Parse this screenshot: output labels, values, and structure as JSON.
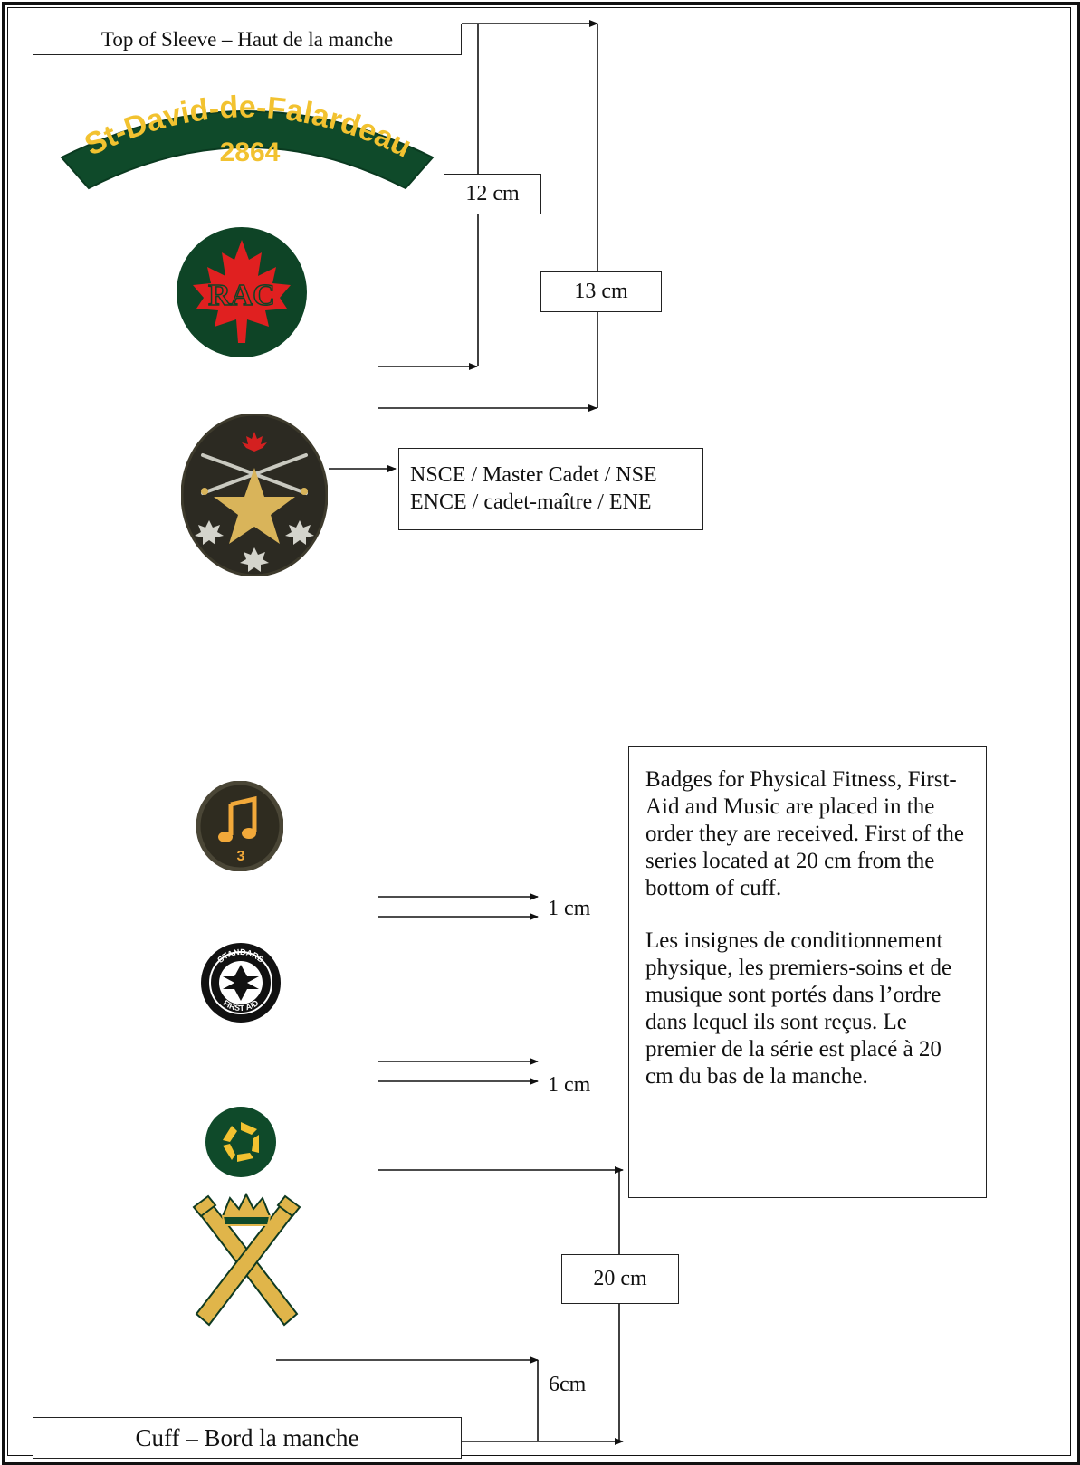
{
  "labels": {
    "top_of_sleeve": "Top of Sleeve – Haut de la manche",
    "cuff": "Cuff – Bord la manche"
  },
  "measurements": {
    "d12": "12 cm",
    "d13": "13 cm",
    "d20": "20 cm",
    "gap1": "1 cm",
    "gap2": "1 cm",
    "d6": "6cm"
  },
  "rank_box": {
    "line1": "NSCE / Master Cadet / NSE",
    "line2": "ENCE / cadet-maître / ENE"
  },
  "note": {
    "english": "Badges for Physical Fitness, First-Aid and Music are placed in the order they are received. First of the series located at 20 cm from the bottom of cuff.",
    "french": "Les insignes de conditionnement physique, les premiers-soins et de musique sont portés dans l’ordre dans lequel ils sont reçus. Le premier de la série est placé à 20 cm du bas de la manche."
  },
  "badges": {
    "shoulder_title_line1": "St-David-de-Falardeau",
    "shoulder_title_line2": "2864",
    "rac_letters": "RAC",
    "music_level": "3",
    "first_aid_top": "STANDARD",
    "first_aid_bottom": "FIRST AID"
  },
  "colors": {
    "badge_green": "#0f4a2a",
    "badge_yellow": "#f2c230",
    "maple_red": "#e02020",
    "rank_bg": "#2c2a22",
    "gold": "#d9b45a"
  }
}
